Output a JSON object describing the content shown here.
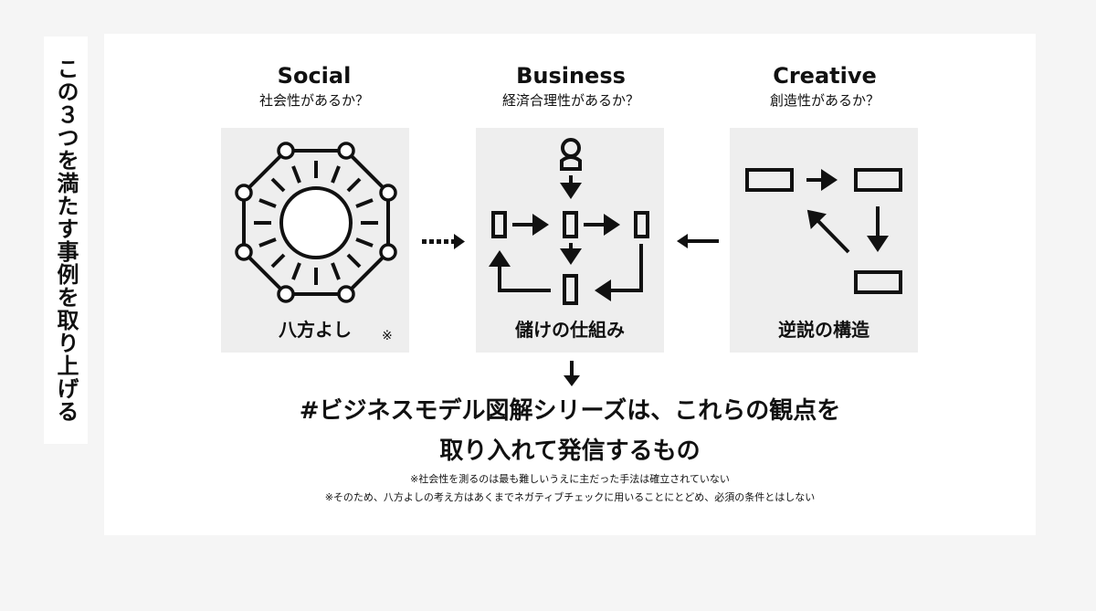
{
  "side_label": "この３つを満たす事例を取り上げる",
  "columns": [
    {
      "title": "Social",
      "subtitle": "社会性があるか？",
      "caption": "八方よし",
      "note": "※"
    },
    {
      "title": "Business",
      "subtitle": "経済合理性があるか？",
      "caption": "儲けの仕組み"
    },
    {
      "title": "Creative",
      "subtitle": "創造性があるか？",
      "caption": "逆説の構造"
    }
  ],
  "main_text": {
    "line1": "#ビジネスモデル図解シリーズは、これらの観点を",
    "line2": "取り入れて発信するもの"
  },
  "footnotes": [
    "※社会性を測るのは最も難しいうえに主だった手法は確立されていない",
    "※そのため、八方よしの考え方はあくまでネガティブチェックに用いることにとどめ、必須の条件とはしない"
  ]
}
